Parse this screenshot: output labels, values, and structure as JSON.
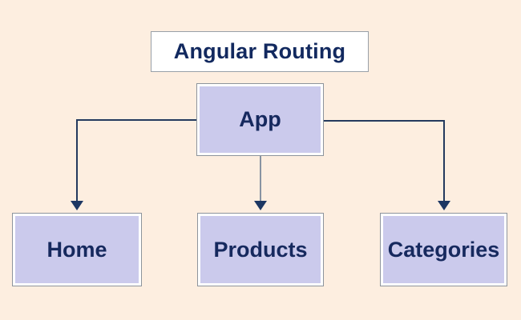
{
  "diagram": {
    "title": "Angular Routing",
    "root": {
      "label": "App"
    },
    "children": [
      {
        "label": "Home"
      },
      {
        "label": "Products"
      },
      {
        "label": "Categories"
      }
    ]
  },
  "colors": {
    "background": "#fdeee0",
    "node_fill": "#cbcaec",
    "node_border": "#8d949c",
    "title_background": "#ffffff",
    "text": "#16295e",
    "connector": "#243a5e",
    "connector_middle": "#8893a2",
    "arrowhead": "#1d3763"
  }
}
